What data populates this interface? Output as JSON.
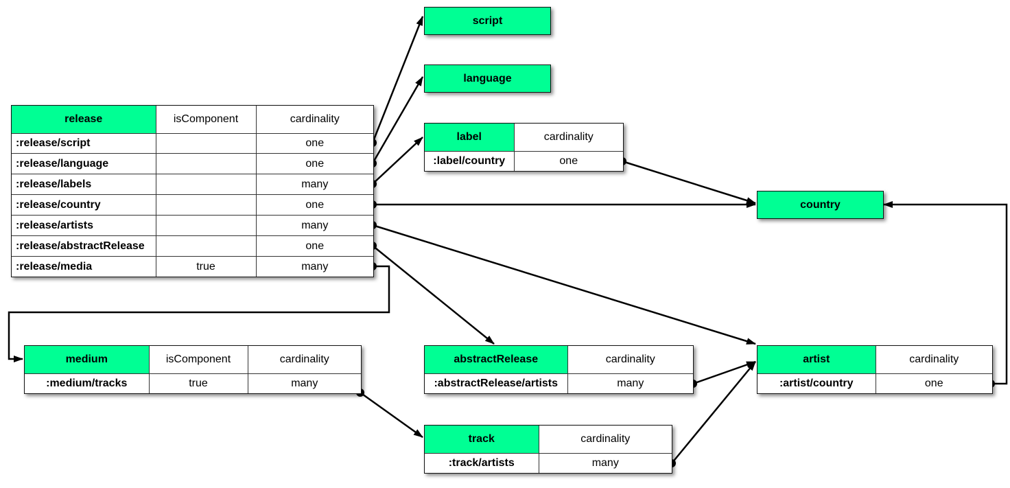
{
  "release": {
    "name": "release",
    "columns": [
      "isComponent",
      "cardinality"
    ],
    "rows": [
      {
        "attr": ":release/script",
        "isComponent": "",
        "cardinality": "one"
      },
      {
        "attr": ":release/language",
        "isComponent": "",
        "cardinality": "one"
      },
      {
        "attr": ":release/labels",
        "isComponent": "",
        "cardinality": "many"
      },
      {
        "attr": ":release/country",
        "isComponent": "",
        "cardinality": "one"
      },
      {
        "attr": ":release/artists",
        "isComponent": "",
        "cardinality": "many"
      },
      {
        "attr": ":release/abstractRelease",
        "isComponent": "",
        "cardinality": "one"
      },
      {
        "attr": ":release/media",
        "isComponent": "true",
        "cardinality": "many"
      }
    ]
  },
  "script": {
    "name": "script"
  },
  "language": {
    "name": "language"
  },
  "country": {
    "name": "country"
  },
  "label": {
    "name": "label",
    "columns": [
      "cardinality"
    ],
    "rows": [
      {
        "attr": ":label/country",
        "cardinality": "one"
      }
    ]
  },
  "medium": {
    "name": "medium",
    "columns": [
      "isComponent",
      "cardinality"
    ],
    "rows": [
      {
        "attr": ":medium/tracks",
        "isComponent": "true",
        "cardinality": "many"
      }
    ]
  },
  "abstractRelease": {
    "name": "abstractRelease",
    "columns": [
      "cardinality"
    ],
    "rows": [
      {
        "attr": ":abstractRelease/artists",
        "cardinality": "many"
      }
    ]
  },
  "artist": {
    "name": "artist",
    "columns": [
      "cardinality"
    ],
    "rows": [
      {
        "attr": ":artist/country",
        "cardinality": "one"
      }
    ]
  },
  "track": {
    "name": "track",
    "columns": [
      "cardinality"
    ],
    "rows": [
      {
        "attr": ":track/artists",
        "cardinality": "many"
      }
    ]
  },
  "references": [
    {
      "from": ":release/script",
      "to": "script"
    },
    {
      "from": ":release/language",
      "to": "language"
    },
    {
      "from": ":release/labels",
      "to": "label"
    },
    {
      "from": ":release/country",
      "to": "country"
    },
    {
      "from": ":release/artists",
      "to": "artist"
    },
    {
      "from": ":release/abstractRelease",
      "to": "abstractRelease"
    },
    {
      "from": ":release/media",
      "to": "medium"
    },
    {
      "from": ":label/country",
      "to": "country"
    },
    {
      "from": ":medium/tracks",
      "to": "track"
    },
    {
      "from": ":abstractRelease/artists",
      "to": "artist"
    },
    {
      "from": ":track/artists",
      "to": "artist"
    },
    {
      "from": ":artist/country",
      "to": "country"
    }
  ]
}
